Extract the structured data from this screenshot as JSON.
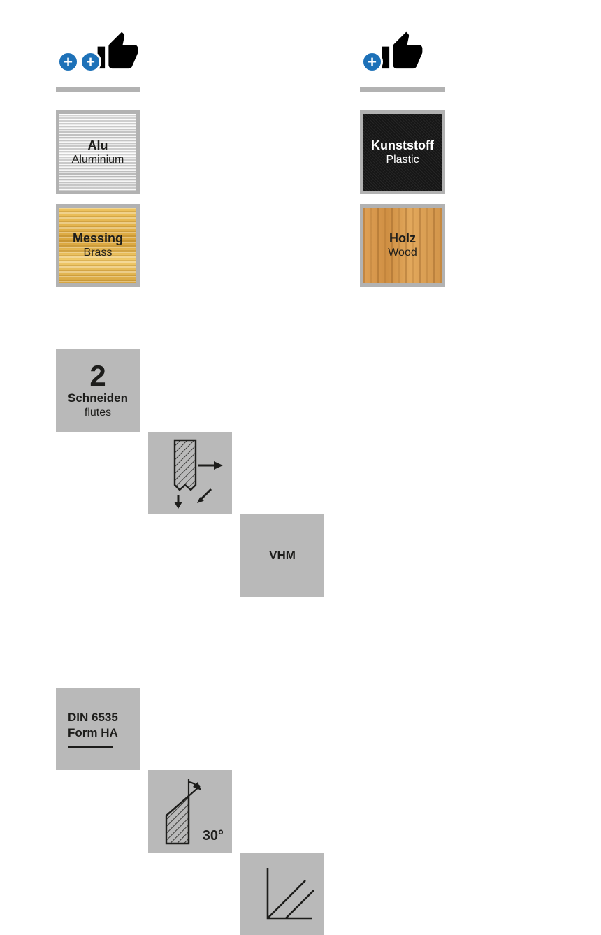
{
  "colors": {
    "accent_blue": "#1d71b8",
    "spec_box_gray": "#b9b9b9",
    "frame_gray": "#b2b2b2",
    "text_dark": "#1d1d1b"
  },
  "icons": {
    "plus_glyph": "+",
    "thumb": "thumbs-up"
  },
  "header": {
    "left_plus_count": 2,
    "right_plus_count": 1
  },
  "materials": [
    {
      "title": "Alu",
      "subtitle": "Aluminium",
      "texture": "aluminium"
    },
    {
      "title": "Messing",
      "subtitle": "Brass",
      "texture": "brass"
    },
    {
      "title": "Kunststoff",
      "subtitle": "Plastic",
      "texture": "plastic"
    },
    {
      "title": "Holz",
      "subtitle": "Wood",
      "texture": "wood"
    }
  ],
  "specs": {
    "flutes": {
      "number": "2",
      "label": "Schneiden",
      "sublabel": "flutes"
    },
    "material_code": "VHM",
    "shank": {
      "line1": "DIN 6535",
      "line2": "Form HA"
    },
    "helix_angle": "30°"
  }
}
